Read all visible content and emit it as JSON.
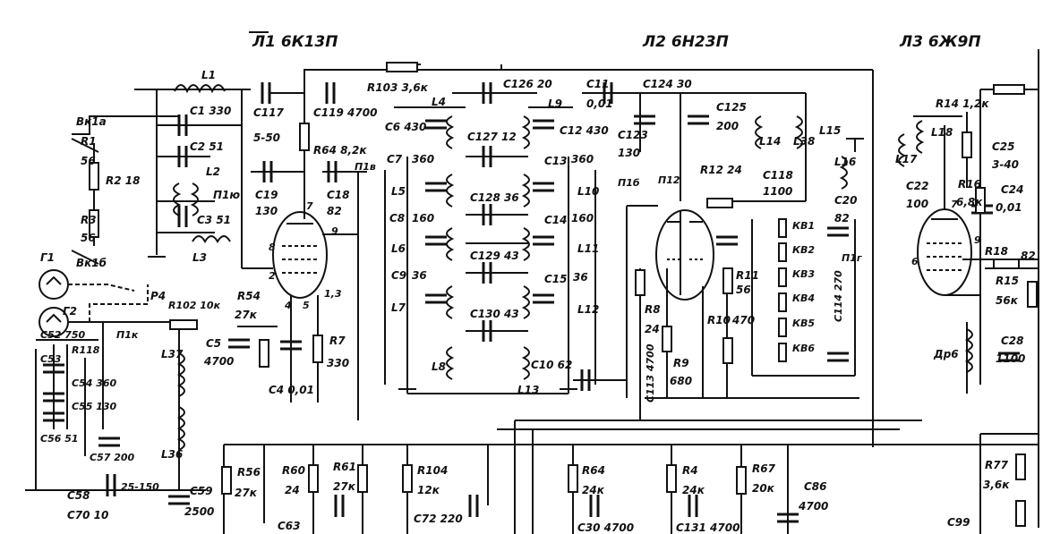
{
  "tubes": [
    {
      "id": "L1",
      "label": "Л1 6К13П"
    },
    {
      "id": "L2",
      "label": "Л2 6Н23П"
    },
    {
      "id": "L3",
      "label": "Л3 6Ж9П"
    }
  ],
  "labels": {
    "vk1a": "Вк1а",
    "r1": "R1",
    "r1v": "56",
    "r2": "R2 18",
    "r3": "R3",
    "r3v": "56",
    "vk1b": "Вк1б",
    "g1": "Г1",
    "g2": "Г2",
    "r4": "P4",
    "r102": "R102 10к",
    "p1k": "П1к",
    "l1": "L1",
    "c1": "C1 330",
    "c2": "C2 51",
    "l2": "L2",
    "p1j": "П1ю",
    "c3": "C3 51",
    "l3": "L3",
    "c117": "C117",
    "c117v": "5-50",
    "c119": "C119 4700",
    "r103": "R103 3,6к",
    "r64": "R64 8,2к",
    "p1v": "П1в",
    "c19": "C19",
    "c19v": "130",
    "c18": "C18",
    "c18v": "82",
    "r54": "R54",
    "r54v": "27к",
    "c5": "C5",
    "c5v": "4700",
    "c4": "C4 0,01",
    "r7": "R7",
    "r7v": "330",
    "pin8": "8",
    "pin2": "2",
    "pin7": "7",
    "pin9": "9",
    "pin4": "4",
    "pin5": "5",
    "pin13": "1,3",
    "c6": "C6 430",
    "l4": "L4",
    "c126": "C126 20",
    "l9": "L9",
    "c12": "C12 430",
    "c127": "C127 12",
    "c7": "C7",
    "c7v": "360",
    "l5": "L5",
    "c128": "C128 36",
    "c13": "C13",
    "c13v": "360",
    "l10": "L10",
    "c8": "C8",
    "c8v": "160",
    "l6": "L6",
    "c129": "C129 43",
    "c14": "C14",
    "c14v": "160",
    "l11": "L11",
    "c9": "C9",
    "c9v": "36",
    "l7": "L7",
    "c130": "C130 43",
    "c15": "C15",
    "c15v": "36",
    "l12": "L12",
    "l8": "L8",
    "c10": "C10 62",
    "l13": "L13",
    "p1b": "П1б",
    "c11": "C11",
    "c11v": "0,01",
    "c124": "C124 30",
    "c123": "C123",
    "c123v": "130",
    "c125": "C125",
    "c125v": "200",
    "l14": "L14",
    "l38": "L38",
    "l15": "L15",
    "l16": "L16",
    "p12": "П12",
    "r12": "R12 24",
    "c118": "C118",
    "c118v": "1100",
    "c20": "C20",
    "c20v": "82",
    "kv1": "КВ1",
    "kv2": "КВ2",
    "kv3": "КВ3",
    "kv4": "КВ4",
    "kv5": "КВ5",
    "kv6": "КВ6",
    "p1r": "П1г",
    "c114": "C114 270",
    "r8": "R8",
    "r8v": "24",
    "r9": "R9",
    "r9v": "680",
    "r10": "R10",
    "r10v": "470",
    "r11": "R11",
    "r11v": "56",
    "c113": "C113 4700",
    "l17": "L17",
    "l18": "L18",
    "r14": "R14 1,2к",
    "c25": "C25",
    "c25v": "3-40",
    "c22": "C22",
    "c22v": "100",
    "r16": "R16",
    "r16v": "6,8к",
    "c24": "C24",
    "c24v": "0,01",
    "r18": "R18",
    "r18v": "82",
    "r15": "R15",
    "r15v": "56к",
    "c28": "C28",
    "c28v": "1100",
    "dr6": "Др6",
    "l3pin6": "6",
    "l3pin7": "7",
    "l3pin9": "9",
    "c52": "C52 750",
    "r118": "R118",
    "c53": "C53",
    "c54": "C54 360",
    "c55": "C55 130",
    "c56": "C56 51",
    "c57": "C57 200",
    "c58": "C58",
    "c70": "C70 10",
    "c59": "C59",
    "c59v": "2500",
    "cvar": "25-150",
    "l37": "L37",
    "l36": "L36",
    "r56": "R56",
    "r56v": "27к",
    "r60": "R60",
    "r60v": "24",
    "r61": "R61",
    "r61v": "27к",
    "r104": "R104",
    "r104v": "12к",
    "c72": "C72 220",
    "c63": "C63",
    "r64b": "R64",
    "r64bv": "24к",
    "c30": "C30 4700",
    "r4b": "R4",
    "r4bv": "24к",
    "c131": "C131 4700",
    "r67": "R67",
    "r67v": "20к",
    "c86": "C86",
    "c86v": "4700",
    "r77": "R77",
    "r77v": "3,6к",
    "c99": "C99"
  },
  "colors": {
    "ink": "#111111",
    "paper": "#ffffff"
  }
}
